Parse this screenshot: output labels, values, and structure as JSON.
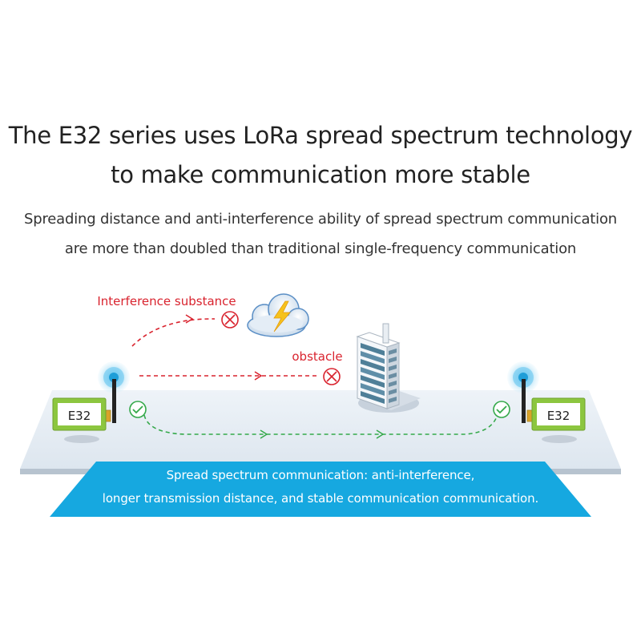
{
  "header": {
    "title_line1": "The E32 series uses LoRa spread spectrum technology",
    "title_line2": "to make communication more stable",
    "subtitle_line1": "Spreading distance and anti-interference ability of spread spectrum communication",
    "subtitle_line2": "are more than doubled than traditional single-frequency communication"
  },
  "diagram": {
    "interference_label": "Interference substance",
    "obstacle_label": "obstacle",
    "module_left_label": "E32",
    "module_right_label": "E32"
  },
  "banner": {
    "line1": "Spread spectrum communication: anti-interference,",
    "line2": "longer transmission distance, and stable communication communication."
  },
  "colors": {
    "error_red": "#d9232e",
    "success_green": "#35a94a",
    "banner_cyan": "#16a8e0",
    "module_green": "#8cc63f"
  }
}
